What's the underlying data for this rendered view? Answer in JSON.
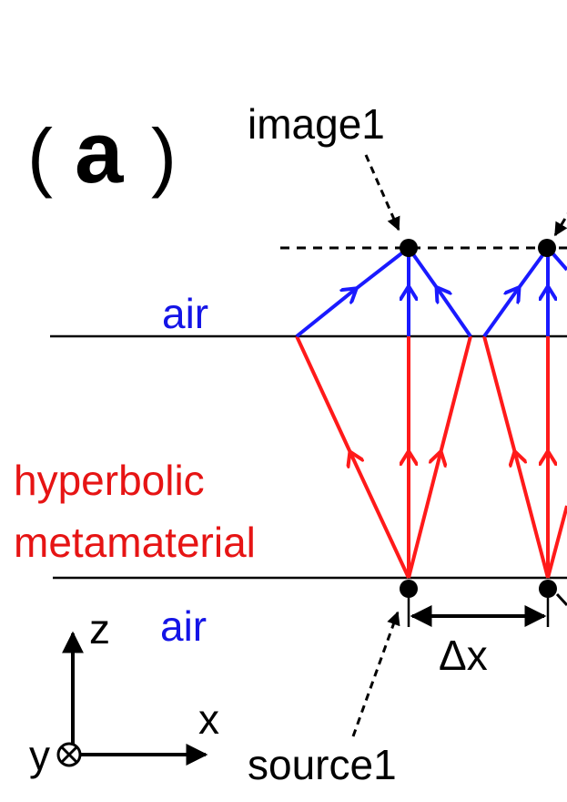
{
  "panel_label": {
    "open": "(",
    "letter": "a",
    "close": ")"
  },
  "labels": {
    "image1": "image1",
    "air_top": "air",
    "material_line1": "hyperbolic",
    "material_line2": "metamaterial",
    "air_bottom": "air",
    "delta_x": "Δx",
    "source1": "source1"
  },
  "axes": {
    "z": "z",
    "x": "x",
    "y": "y"
  },
  "colors": {
    "blue_rays": "#1a1aff",
    "red_rays": "#ff1a1a",
    "lines": "#000000",
    "air_text": "#1414e6",
    "material_text": "#e61414"
  }
}
